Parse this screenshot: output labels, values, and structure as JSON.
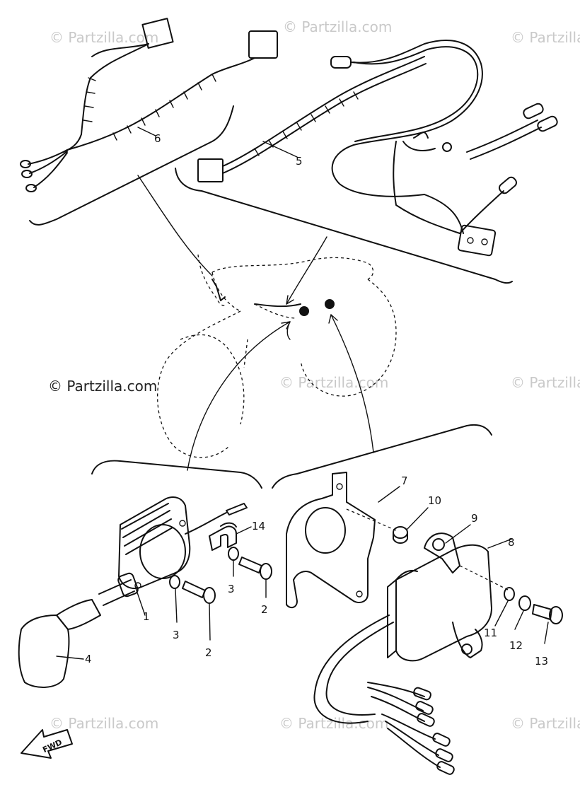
{
  "watermark": {
    "text": "© Partzilla.com",
    "primary_text": "© Partzilla.com"
  },
  "callouts": {
    "c1": "1",
    "c2a": "2",
    "c2b": "2",
    "c3a": "3",
    "c3b": "3",
    "c4": "4",
    "c5": "5",
    "c6": "6",
    "c7": "7",
    "c8": "8",
    "c9": "9",
    "c10": "10",
    "c11": "11",
    "c12": "12",
    "c13": "13",
    "c14": "14"
  },
  "fwd_label": "FWD",
  "colors": {
    "line": "#111111",
    "watermark": "#c9c9c9",
    "background": "#ffffff"
  }
}
